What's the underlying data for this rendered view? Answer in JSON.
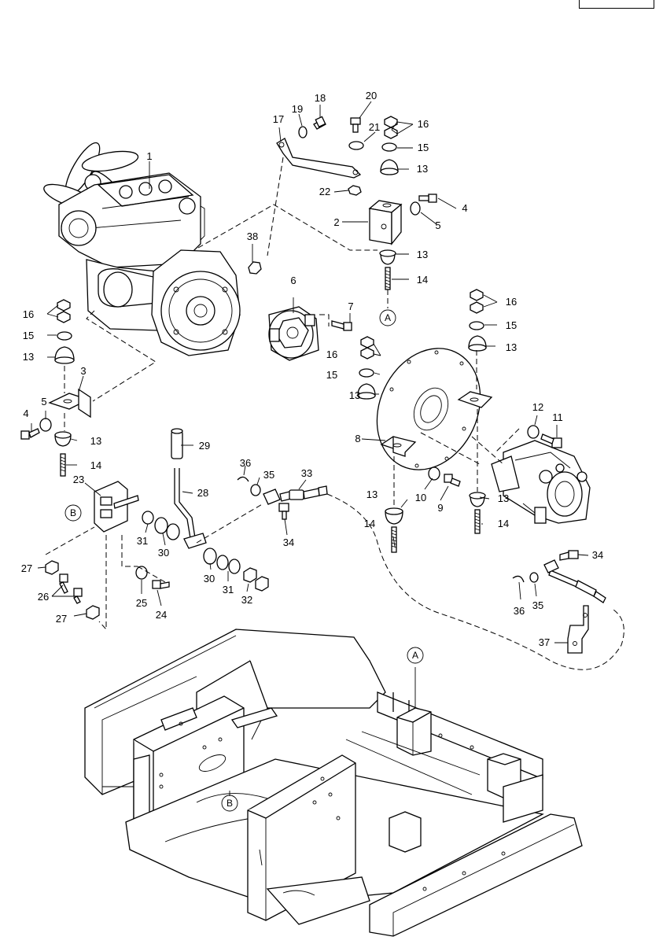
{
  "callouts": [
    "1",
    "2",
    "3",
    "4",
    "5",
    "6",
    "7",
    "8",
    "9",
    "10",
    "11",
    "12",
    "13",
    "14",
    "15",
    "16",
    "17",
    "18",
    "19",
    "20",
    "21",
    "22",
    "23",
    "24",
    "25",
    "26",
    "27",
    "28",
    "29",
    "30",
    "31",
    "32",
    "33",
    "34",
    "35",
    "36",
    "37",
    "38"
  ],
  "refs": [
    "A",
    "B"
  ]
}
